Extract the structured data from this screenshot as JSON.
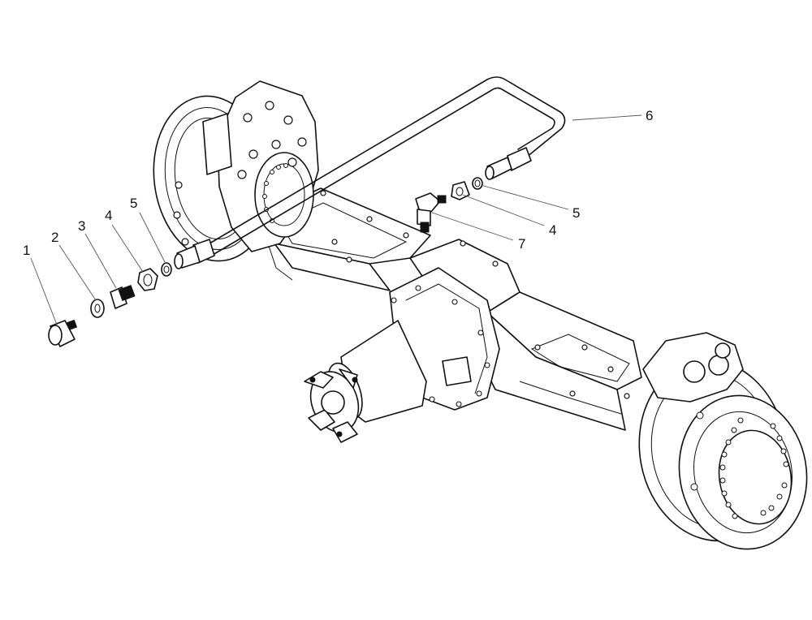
{
  "callouts": [
    {
      "id": "c1",
      "text": "1"
    },
    {
      "id": "c2",
      "text": "2"
    },
    {
      "id": "c3",
      "text": "3"
    },
    {
      "id": "c4a",
      "text": "4"
    },
    {
      "id": "c5a",
      "text": "5"
    },
    {
      "id": "c6",
      "text": "6"
    },
    {
      "id": "c5b",
      "text": "5"
    },
    {
      "id": "c4b",
      "text": "4"
    },
    {
      "id": "c7",
      "text": "7"
    }
  ]
}
